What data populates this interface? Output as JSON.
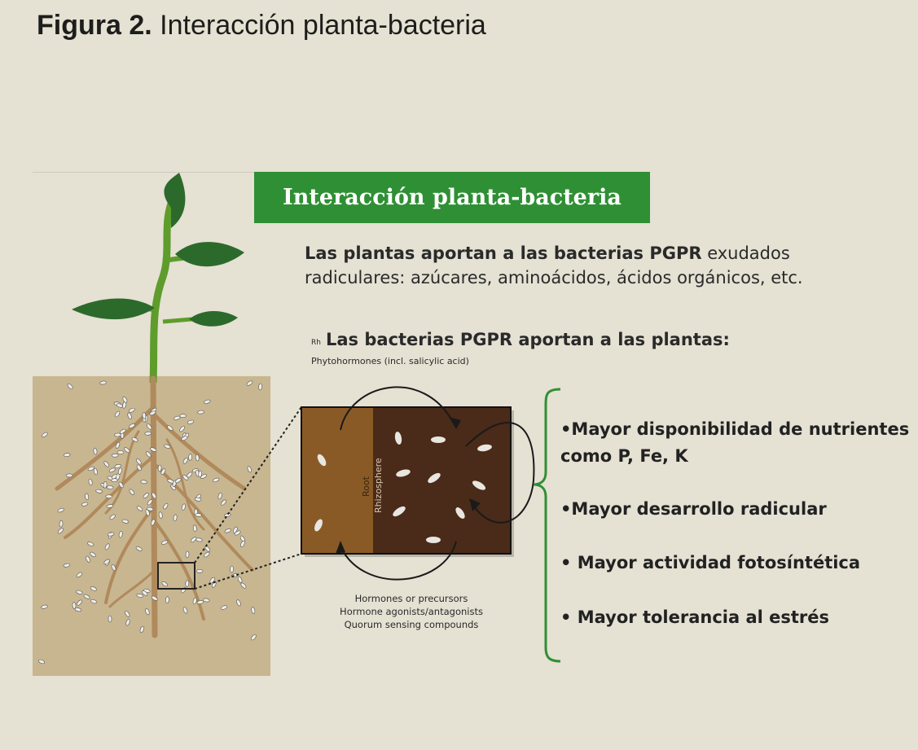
{
  "figure_title": {
    "label": "Figura 2.",
    "text": "Interacción planta-bacteria"
  },
  "banner": "Interacción planta-bacteria",
  "plants_give": {
    "bold": "Las plantas aportan a las  bacterias PGPR",
    "rest_line1": " exudados",
    "line2": "radiculares: azúcares,  aminoácidos, ácidos  orgánicos, etc."
  },
  "bacteria_give_heading": "Las bacterias PGPR aportan a las plantas:",
  "inset": {
    "partial_label": "Rh",
    "top_label": "Phytohormones (incl. salicylic acid)",
    "root_label": "Root",
    "rhizosphere_label": "Rhizosphere",
    "bottom_labels": [
      "Hormones or precursors",
      "Hormone agonists/antagonists",
      "Quorum sensing compounds"
    ]
  },
  "benefits": [
    "•Mayor disponibilidad de nutrientes",
    "como P, Fe,  K",
    "•Mayor desarrollo radicular",
    "• Mayor actividad fotosíntética",
    "• Mayor tolerancia al estrés"
  ],
  "colors": {
    "green": "#2f8f34",
    "soil": "#c8b690",
    "root_zone": "#8a5a26",
    "rhizosphere": "#4a2a18"
  }
}
